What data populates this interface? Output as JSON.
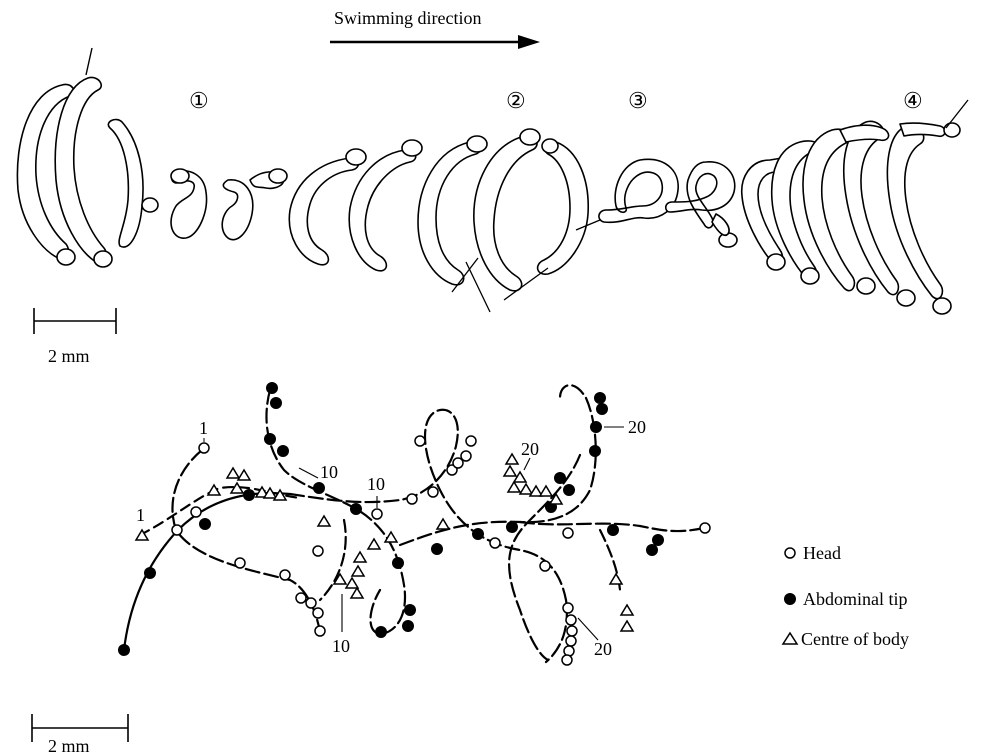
{
  "header": {
    "direction_label": "Swimming direction"
  },
  "stages": [
    {
      "label": "①"
    },
    {
      "label": "②"
    },
    {
      "label": "③"
    },
    {
      "label": "④"
    }
  ],
  "scale_bars": {
    "top_label": "2 mm",
    "bottom_label": "2 mm"
  },
  "track_labels": {
    "head_start": "1",
    "centre_start": "1",
    "centre_10": "10",
    "abdominal_10": "10",
    "head_10": "10",
    "centre_20": "20",
    "abdominal_20": "20",
    "head_20": "20"
  },
  "legend": {
    "items": [
      {
        "symbol": "open-circle",
        "label": "Head"
      },
      {
        "symbol": "filled-circle",
        "label": "Abdominal tip"
      },
      {
        "symbol": "open-triangle",
        "label": "Centre of body"
      }
    ]
  },
  "colors": {
    "ink": "#000000",
    "background": "#ffffff"
  }
}
